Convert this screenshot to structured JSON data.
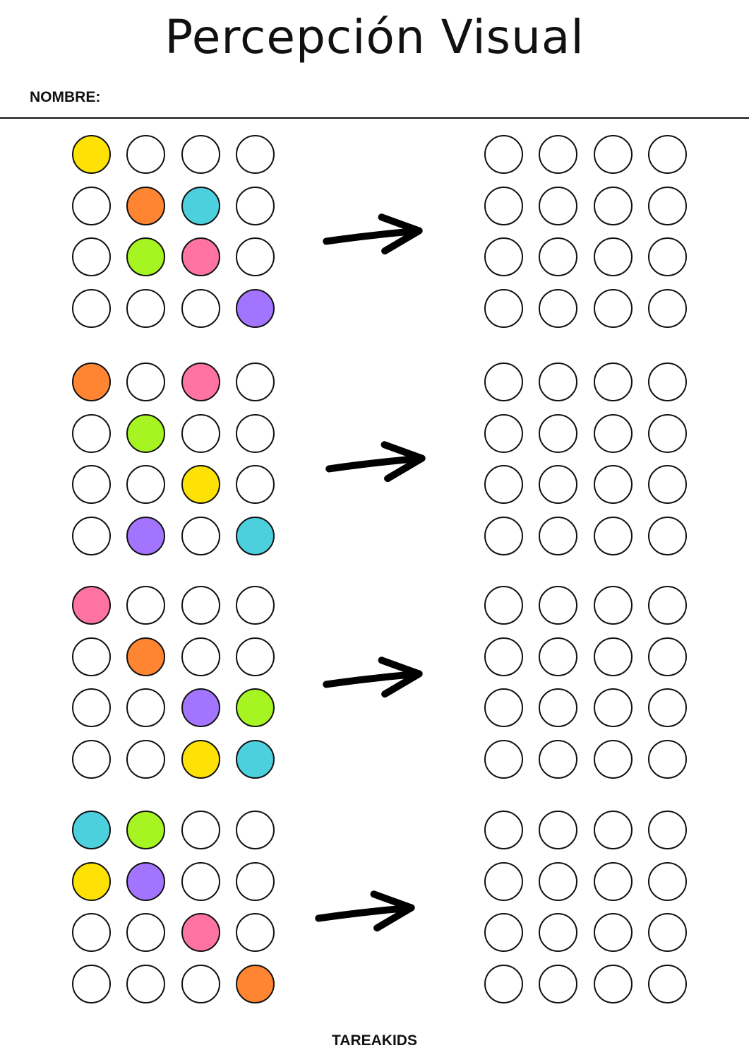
{
  "title": "Percepción Visual",
  "name_label": "NOMBRE:",
  "footer": "TAREAKIDS",
  "colors": {
    "Y": "#ffe205",
    "O": "#ff8533",
    "C": "#4dd0de",
    "G": "#a6f522",
    "P": "#ff73a2",
    "V": "#a374ff",
    "W": "#ffffff"
  },
  "exercises": [
    {
      "pattern": [
        "YWWW",
        "WOCW",
        "WGPW",
        "WWWV"
      ]
    },
    {
      "pattern": [
        "OWPW",
        "WGWW",
        "WWYW",
        "WVWC"
      ]
    },
    {
      "pattern": [
        "PWWW",
        "WOWW",
        "WWVG",
        "WWYC"
      ]
    },
    {
      "pattern": [
        "CGWW",
        "YVWW",
        "WWPW",
        "WWWO"
      ]
    }
  ]
}
